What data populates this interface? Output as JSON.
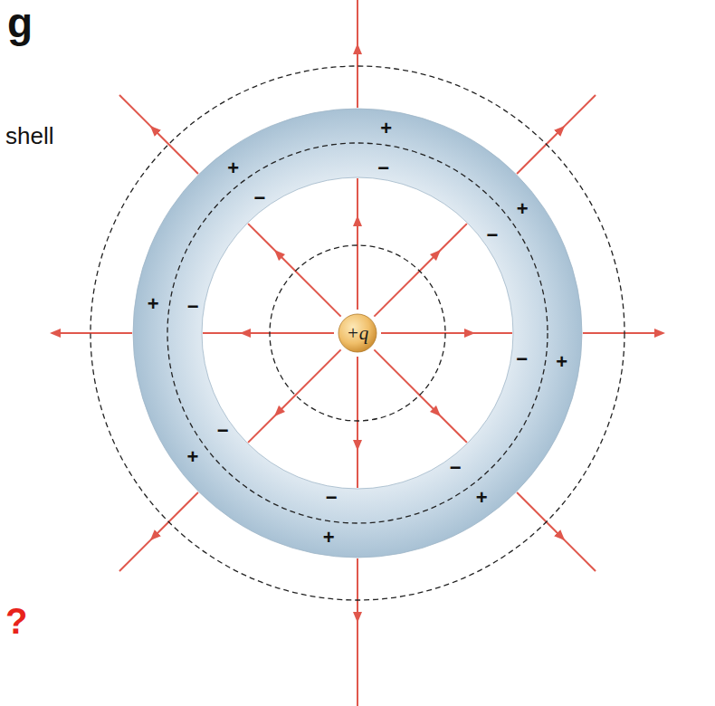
{
  "diagram": {
    "nodes": [
      {
        "text": [
          "+q"
        ]
      }
    ],
    "labels": [
      "g",
      "shell",
      "+",
      "+",
      "+",
      "+",
      "+",
      "+",
      "+",
      "+",
      "−",
      "−",
      "−",
      "−",
      "−",
      "−",
      "−",
      "−",
      "?"
    ]
  }
}
